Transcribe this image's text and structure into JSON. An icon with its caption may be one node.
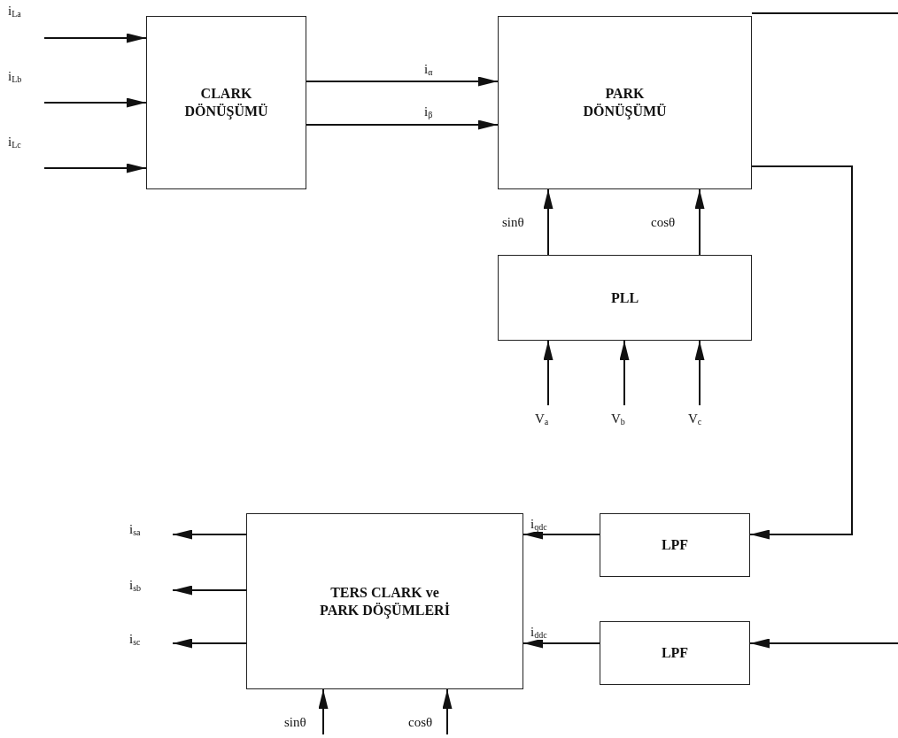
{
  "diagram": {
    "nodes": [
      {
        "text": [
          "CLARK DÖNÜŞÜMÜ"
        ]
      },
      {
        "text": [
          "PARK DÖNÜŞÜMÜ"
        ]
      },
      {
        "text": [
          "PLL"
        ]
      },
      {
        "text": [
          "TERS CLARK ve PARK DÖŞÜMLERİ"
        ]
      },
      {
        "text": [
          "LPF"
        ]
      },
      {
        "text": [
          "LPF"
        ]
      }
    ],
    "edges": [
      {
        "from": null,
        "to": 0,
        "arrow": "to",
        "label": "i$_{La}$"
      },
      {
        "from": null,
        "to": 0,
        "arrow": "to",
        "label": "i$_{Lb}$"
      },
      {
        "from": null,
        "to": 0,
        "arrow": "to",
        "label": "i$_{Lc}$"
      },
      {
        "from": 0,
        "to": 1,
        "arrow": "to",
        "label": "i$_{α}$"
      },
      {
        "from": 0,
        "to": 1,
        "arrow": "to",
        "label": "i$_{β}$"
      },
      {
        "from": 2,
        "to": 1,
        "arrow": "to",
        "label": "sinθ"
      },
      {
        "from": 2,
        "to": 1,
        "arrow": "to",
        "label": "cosθ"
      },
      {
        "from": null,
        "to": 2,
        "arrow": "to",
        "label": "V$_{a}$"
      },
      {
        "from": null,
        "to": 2,
        "arrow": "to",
        "label": "V$_{b}$"
      },
      {
        "from": null,
        "to": 2,
        "arrow": "to",
        "label": "V$_{c}$"
      },
      {
        "from": 1,
        "to": null,
        "arrow": "none"
      },
      {
        "from": 1,
        "to": 4,
        "arrow": "to"
      },
      {
        "from": 4,
        "to": 3,
        "arrow": "to",
        "label": "i$_{qdc}$"
      },
      {
        "from": null,
        "to": 5,
        "arrow": "to"
      },
      {
        "from": 5,
        "to": 3,
        "arrow": "to",
        "label": "i$_{ddc}$"
      },
      {
        "from": 3,
        "to": null,
        "arrow": "to",
        "label": "i$_{sa}$"
      },
      {
        "from": 3,
        "to": null,
        "arrow": "to",
        "label": "i$_{sb}$"
      },
      {
        "from": 3,
        "to": null,
        "arrow": "to",
        "label": "i$_{sc}$"
      },
      {
        "from": null,
        "to": 3,
        "arrow": "to",
        "label": "sinθ"
      },
      {
        "from": null,
        "to": 3,
        "arrow": "to",
        "label": "cosθ"
      }
    ]
  }
}
